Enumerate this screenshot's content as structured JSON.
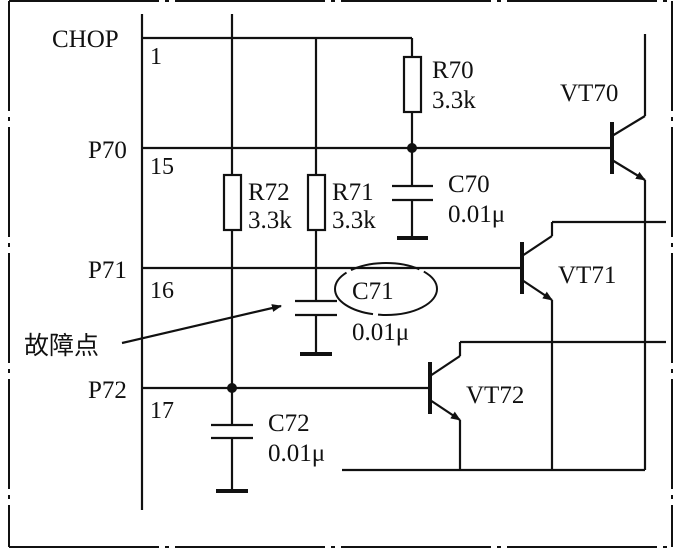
{
  "pins": {
    "chop": {
      "name": "CHOP",
      "number": "1"
    },
    "p70": {
      "name": "P70",
      "number": "15"
    },
    "p71": {
      "name": "P71",
      "number": "16"
    },
    "p72": {
      "name": "P72",
      "number": "17"
    }
  },
  "resistors": {
    "r70": {
      "ref": "R70",
      "value": "3.3k"
    },
    "r71": {
      "ref": "R71",
      "value": "3.3k"
    },
    "r72": {
      "ref": "R72",
      "value": "3.3k"
    }
  },
  "capacitors": {
    "c70": {
      "ref": "C70",
      "value": "0.01μ"
    },
    "c71": {
      "ref": "C71",
      "value": "0.01μ"
    },
    "c72": {
      "ref": "C72",
      "value": "0.01μ"
    }
  },
  "transistors": {
    "vt70": {
      "ref": "VT70"
    },
    "vt71": {
      "ref": "VT71"
    },
    "vt72": {
      "ref": "VT72"
    }
  },
  "annotation": {
    "fault_point": "故障点"
  },
  "colors": {
    "ink": "#111111",
    "background": "#ffffff"
  }
}
